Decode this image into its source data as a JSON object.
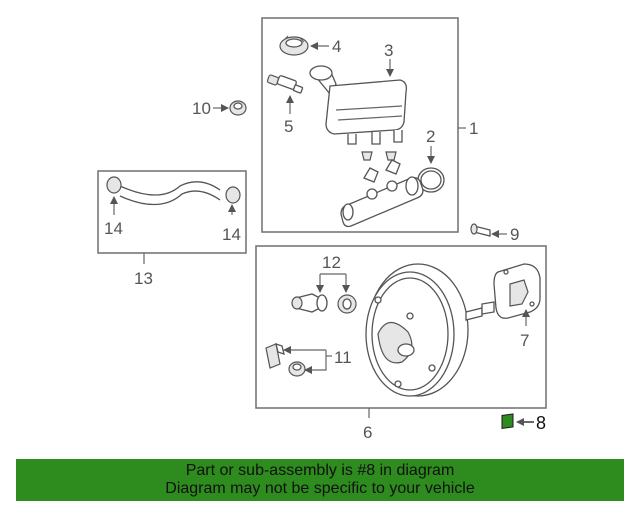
{
  "diagram": {
    "callouts": {
      "c1": "1",
      "c2": "2",
      "c3": "3",
      "c4": "4",
      "c5": "5",
      "c6": "6",
      "c7": "7",
      "c8": "8",
      "c9": "9",
      "c10": "10",
      "c11": "11",
      "c12": "12",
      "c13": "13",
      "c14a": "14",
      "c14b": "14"
    },
    "highlight_color": "#2e8b1e",
    "highlighted_part": "8"
  },
  "banner": {
    "line1": "Part or sub-assembly is #8 in diagram",
    "line2": "Diagram may not be specific to your vehicle",
    "color": "#2e8b1e"
  }
}
